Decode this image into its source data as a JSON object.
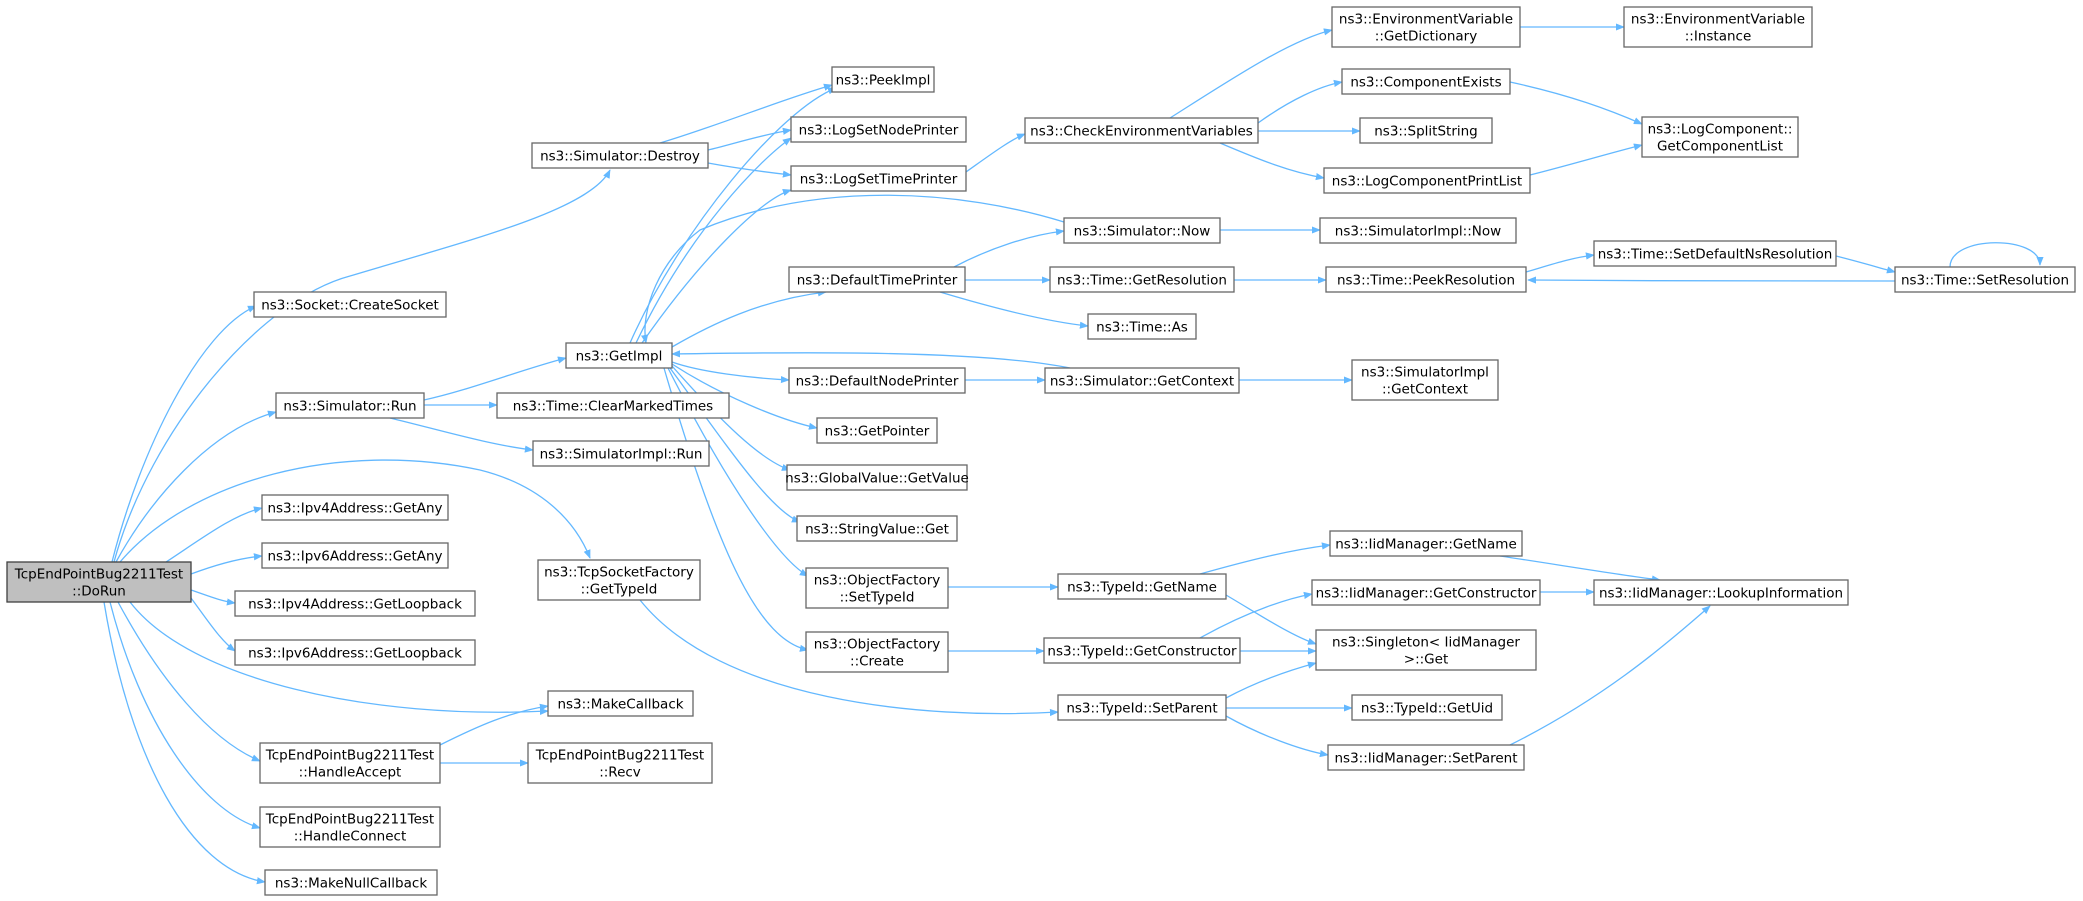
{
  "colors": {
    "edge": "#63b8ff",
    "node_border": "#666666",
    "root_fill": "#bfbfbf",
    "node_fill": "#ffffff"
  },
  "nodes": [
    {
      "id": "root",
      "lines": [
        "TcpEndPointBug2211Test",
        "::DoRun"
      ]
    },
    {
      "id": "destroy",
      "lines": [
        "ns3::Simulator::Destroy"
      ]
    },
    {
      "id": "createsocket",
      "lines": [
        "ns3::Socket::CreateSocket"
      ]
    },
    {
      "id": "run",
      "lines": [
        "ns3::Simulator::Run"
      ]
    },
    {
      "id": "ipv4any",
      "lines": [
        "ns3::Ipv4Address::GetAny"
      ]
    },
    {
      "id": "ipv6any",
      "lines": [
        "ns3::Ipv6Address::GetAny"
      ]
    },
    {
      "id": "ipv4loop",
      "lines": [
        "ns3::Ipv4Address::GetLoopback"
      ]
    },
    {
      "id": "ipv6loop",
      "lines": [
        "ns3::Ipv6Address::GetLoopback"
      ]
    },
    {
      "id": "handleaccept",
      "lines": [
        "TcpEndPointBug2211Test",
        "::HandleAccept"
      ]
    },
    {
      "id": "handleconnect",
      "lines": [
        "TcpEndPointBug2211Test",
        "::HandleConnect"
      ]
    },
    {
      "id": "makenullcb",
      "lines": [
        "ns3::MakeNullCallback"
      ]
    },
    {
      "id": "getimpl",
      "lines": [
        "ns3::GetImpl"
      ]
    },
    {
      "id": "cleartimes",
      "lines": [
        "ns3::Time::ClearMarkedTimes"
      ]
    },
    {
      "id": "simimplrun",
      "lines": [
        "ns3::SimulatorImpl::Run"
      ]
    },
    {
      "id": "tcpsockfactory",
      "lines": [
        "ns3::TcpSocketFactory",
        "::GetTypeId"
      ]
    },
    {
      "id": "makecallback",
      "lines": [
        "ns3::MakeCallback"
      ]
    },
    {
      "id": "recv",
      "lines": [
        "TcpEndPointBug2211Test",
        "::Recv"
      ]
    },
    {
      "id": "peekimpl",
      "lines": [
        "ns3::PeekImpl"
      ]
    },
    {
      "id": "lognode",
      "lines": [
        "ns3::LogSetNodePrinter"
      ]
    },
    {
      "id": "logtime",
      "lines": [
        "ns3::LogSetTimePrinter"
      ]
    },
    {
      "id": "deftimeprinter",
      "lines": [
        "ns3::DefaultTimePrinter"
      ]
    },
    {
      "id": "defnodeprinter",
      "lines": [
        "ns3::DefaultNodePrinter"
      ]
    },
    {
      "id": "getpointer",
      "lines": [
        "ns3::GetPointer"
      ]
    },
    {
      "id": "gvgetvalue",
      "lines": [
        "ns3::GlobalValue::GetValue"
      ]
    },
    {
      "id": "strvalget",
      "lines": [
        "ns3::StringValue::Get"
      ]
    },
    {
      "id": "ofsettypeid",
      "lines": [
        "ns3::ObjectFactory",
        "::SetTypeId"
      ]
    },
    {
      "id": "ofcreate",
      "lines": [
        "ns3::ObjectFactory",
        "::Create"
      ]
    },
    {
      "id": "checkenv",
      "lines": [
        "ns3::CheckEnvironmentVariables"
      ]
    },
    {
      "id": "simnow",
      "lines": [
        "ns3::Simulator::Now"
      ]
    },
    {
      "id": "timegetres",
      "lines": [
        "ns3::Time::GetResolution"
      ]
    },
    {
      "id": "timeas",
      "lines": [
        "ns3::Time::As"
      ]
    },
    {
      "id": "simgetctx",
      "lines": [
        "ns3::Simulator::GetContext"
      ]
    },
    {
      "id": "tidgetname",
      "lines": [
        "ns3::TypeId::GetName"
      ]
    },
    {
      "id": "tidgetctor",
      "lines": [
        "ns3::TypeId::GetConstructor"
      ]
    },
    {
      "id": "tidsetparent",
      "lines": [
        "ns3::TypeId::SetParent"
      ]
    },
    {
      "id": "envgetdict",
      "lines": [
        "ns3::EnvironmentVariable",
        "::GetDictionary"
      ]
    },
    {
      "id": "compexists",
      "lines": [
        "ns3::ComponentExists"
      ]
    },
    {
      "id": "splitstring",
      "lines": [
        "ns3::SplitString"
      ]
    },
    {
      "id": "logcompprint",
      "lines": [
        "ns3::LogComponentPrintList"
      ]
    },
    {
      "id": "simimplnow",
      "lines": [
        "ns3::SimulatorImpl::Now"
      ]
    },
    {
      "id": "timepeekres",
      "lines": [
        "ns3::Time::PeekResolution"
      ]
    },
    {
      "id": "simimplctx",
      "lines": [
        "ns3::SimulatorImpl",
        "::GetContext"
      ]
    },
    {
      "id": "iidgetname",
      "lines": [
        "ns3::IidManager::GetName"
      ]
    },
    {
      "id": "iidgetctor",
      "lines": [
        "ns3::IidManager::GetConstructor"
      ]
    },
    {
      "id": "singleton",
      "lines": [
        "ns3::Singleton< IidManager",
        ">::Get"
      ]
    },
    {
      "id": "tidgetuid",
      "lines": [
        "ns3::TypeId::GetUid"
      ]
    },
    {
      "id": "iidsetparent",
      "lines": [
        "ns3::IidManager::SetParent"
      ]
    },
    {
      "id": "envinstance",
      "lines": [
        "ns3::EnvironmentVariable",
        "::Instance"
      ]
    },
    {
      "id": "logcomplist",
      "lines": [
        "ns3::LogComponent::",
        "GetComponentList"
      ]
    },
    {
      "id": "setdefnsres",
      "lines": [
        "ns3::Time::SetDefaultNsResolution"
      ]
    },
    {
      "id": "timesetres",
      "lines": [
        "ns3::Time::SetResolution"
      ]
    },
    {
      "id": "iidlookup",
      "lines": [
        "ns3::IidManager::LookupInformation"
      ]
    }
  ]
}
